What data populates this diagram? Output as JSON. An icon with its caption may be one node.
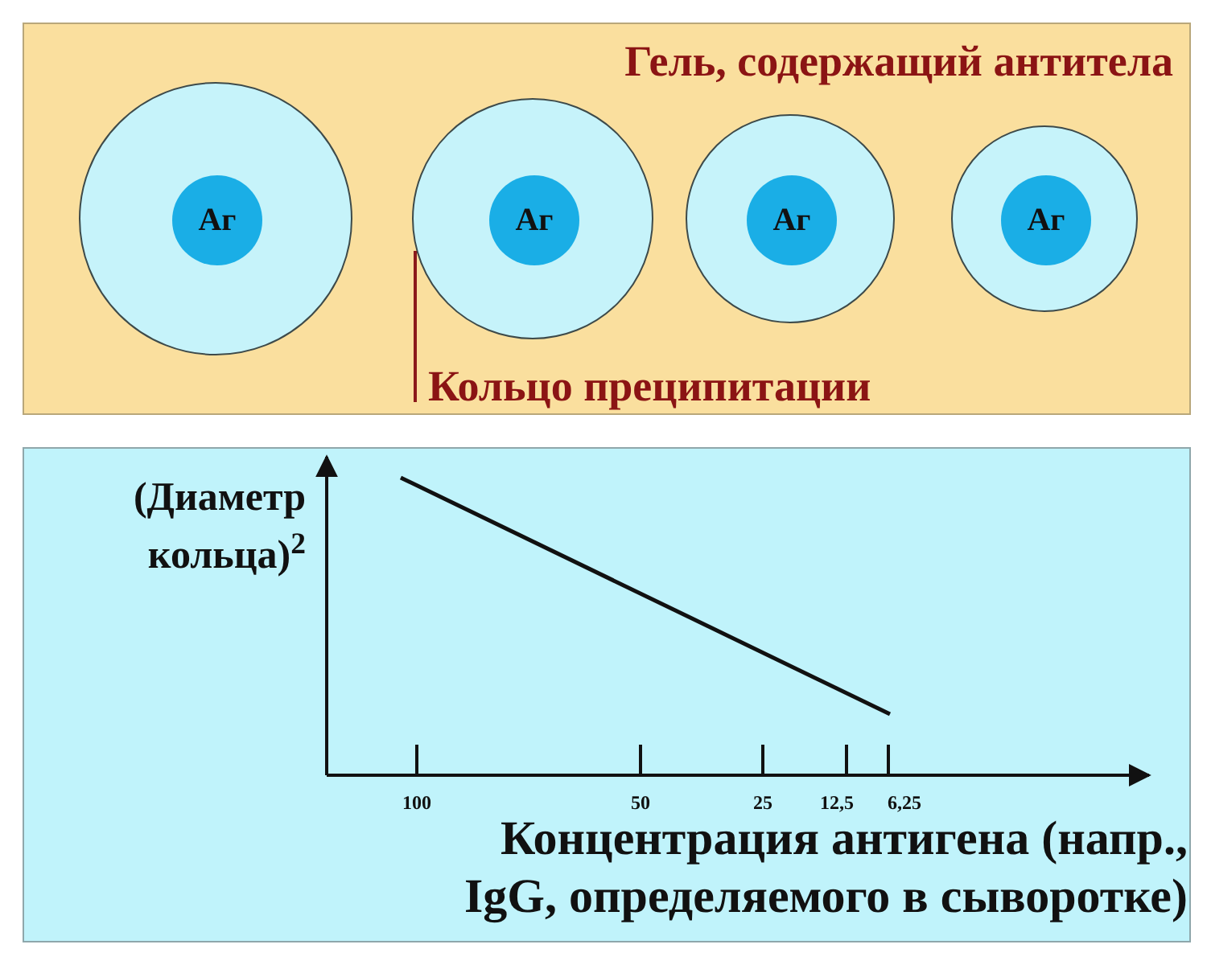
{
  "diagram": {
    "nodes": [
      {
        "text": [
          "Гель, содержащий антитела"
        ]
      },
      {
        "text": [],
        "shape": "circle",
        "in": 0
      },
      {
        "text": [
          "Аг"
        ],
        "in": 1
      },
      {
        "text": [],
        "shape": "circle",
        "in": 0
      },
      {
        "text": [
          "Аг"
        ],
        "in": 3
      },
      {
        "text": [],
        "shape": "circle",
        "in": 0
      },
      {
        "text": [
          "Аг"
        ],
        "in": 5
      },
      {
        "text": [],
        "shape": "circle",
        "in": 0
      },
      {
        "text": [
          "Аг"
        ],
        "in": 7
      },
      {
        "text": [
          "Кольцо преципитации"
        ],
        "in": 0
      }
    ],
    "edges": [
      {
        "from": 9,
        "to": 3,
        "arrow": "none",
        "color": "#8b1a1a"
      }
    ],
    "labels": [
      "(Диаметр кольца)$^{2}$",
      "100",
      "50",
      "25",
      "12,5",
      "6,25",
      "Концентрация антигена (напр., IgG, определяемого в сыворотке)"
    ]
  }
}
